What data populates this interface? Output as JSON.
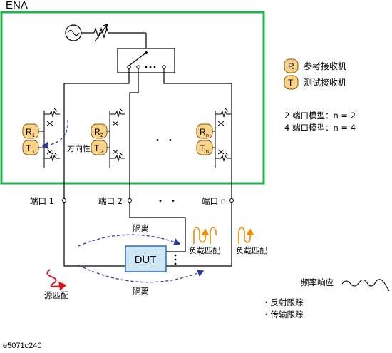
{
  "analyzer": {
    "title": "ENA"
  },
  "legend": {
    "ref_badge": "R",
    "ref_label": "参考接收机",
    "test_badge": "T",
    "test_label": "测试接收机",
    "model2": "2 端口模型：n = 2",
    "model4": "4 端口模型：n = 4"
  },
  "receivers": {
    "r1": {
      "main": "R",
      "sub": "1"
    },
    "t1": {
      "main": "T",
      "sub": "1"
    },
    "r2": {
      "main": "R",
      "sub": "2"
    },
    "t2": {
      "main": "T",
      "sub": "2"
    },
    "rn": {
      "main": "R",
      "sub": "n"
    },
    "tn": {
      "main": "T",
      "sub": "n"
    }
  },
  "labels": {
    "directivity": "方向性",
    "ellipsis": "・ ・",
    "port1": "端口 1",
    "port2": "端口 2",
    "portn": "端口 n",
    "isolation_top": "隔离",
    "isolation_bottom": "隔离",
    "load_match_1": "负载匹配",
    "load_match_2": "负载匹配",
    "source_match": "源匹配",
    "dut": "DUT",
    "freq_response": "频率响应",
    "reflection_tracking": "・反射跟踪",
    "transmission_tracking": "・传输跟踪",
    "figure_id": "e5071c240"
  },
  "colors": {
    "frame": "#22b14c",
    "badge_fill": "#fbd38a",
    "badge_stroke": "#8a5a00",
    "dut_fill": "#cfe6f7",
    "dut_stroke": "#2f6fb0",
    "dashed": "#2b3a9e",
    "load": "#f08c00",
    "source": "#e0101a"
  }
}
